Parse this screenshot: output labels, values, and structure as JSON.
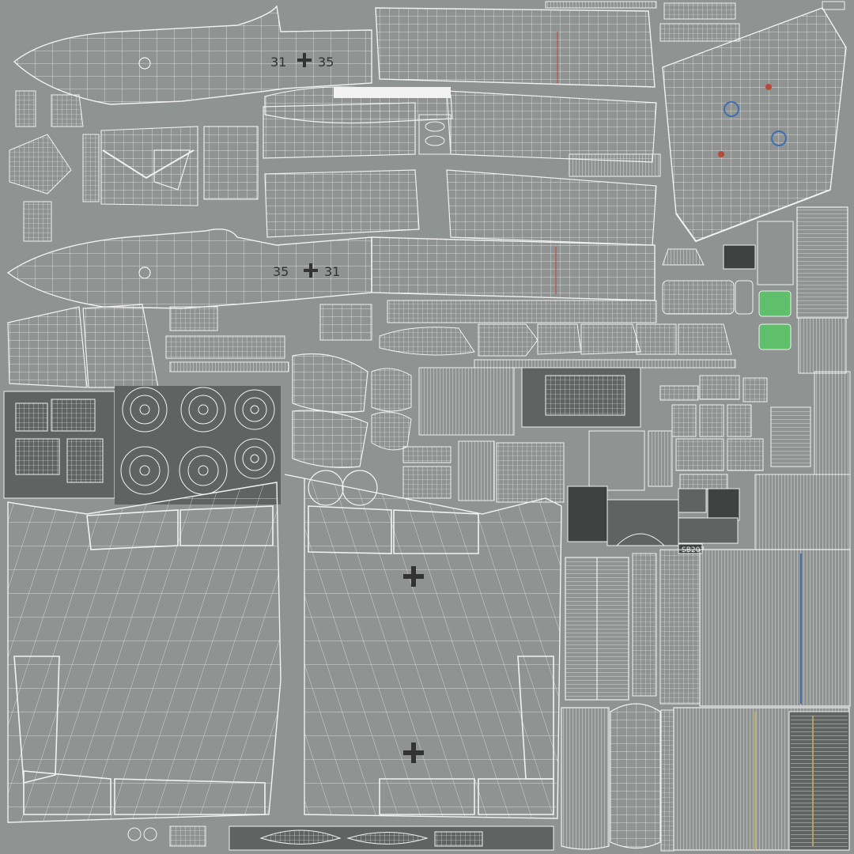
{
  "colors": {
    "background": "#8f9391",
    "wire": "#f2f2f2",
    "panel_dark": "#5f6462",
    "panel_darker": "#3e4240",
    "cross": "#333333",
    "green_panel": "#5fbf6a",
    "accent_red": "#b84a3a",
    "accent_blue": "#3f6fb0",
    "accent_yellow": "#c9b35a"
  },
  "fuselage_top": {
    "tail_number": "35",
    "unit_number": "31",
    "cross_icon": "balkenkreuz-icon"
  },
  "fuselage_bottom": {
    "tail_number": "35",
    "unit_number": "31",
    "cross_icon": "balkenkreuz-icon"
  },
  "wings": {
    "insignia_icon": "balkenkreuz-icon"
  },
  "panels": {
    "serial_label": "SB207"
  }
}
